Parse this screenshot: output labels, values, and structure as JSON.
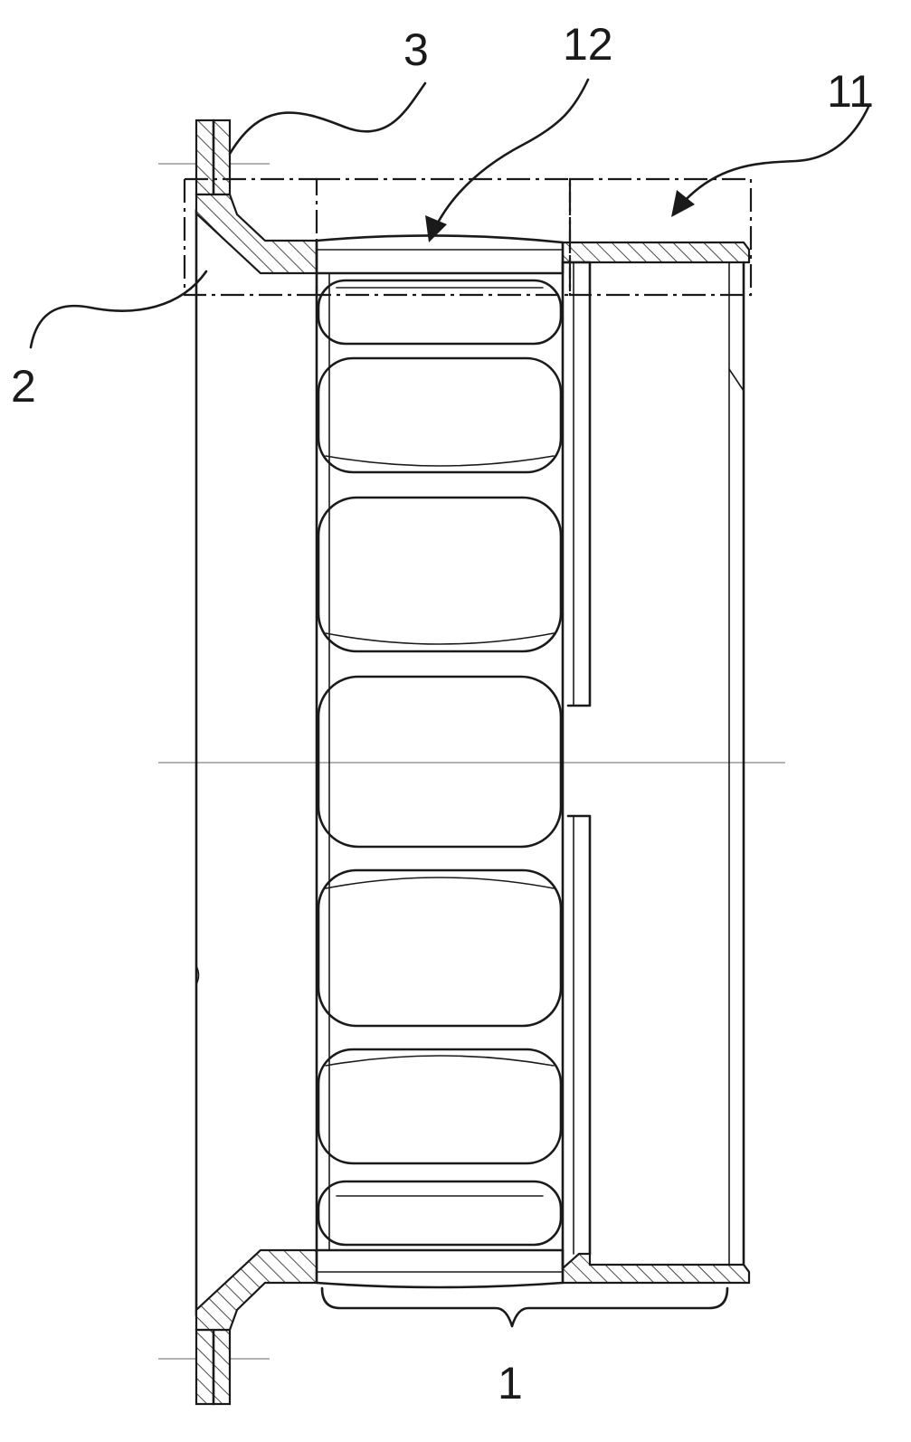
{
  "labels": {
    "part_1": "1",
    "part_2": "2",
    "part_3": "3",
    "part_11": "11",
    "part_12": "12"
  },
  "colors": {
    "line": "#1a1a1a",
    "axis": "#9a9a9a",
    "background": "#ffffff"
  }
}
